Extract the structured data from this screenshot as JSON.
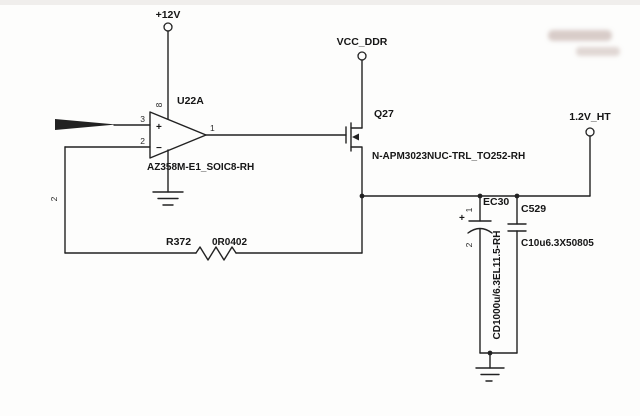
{
  "nets": {
    "v12": "+12V",
    "vcc_ddr": "VCC_DDR",
    "v12_ht": "1.2V_HT"
  },
  "opamp": {
    "ref": "U22A",
    "part": "AZ358M-E1_SOIC8-RH",
    "pin_noninv": "3",
    "pin_inv": "2",
    "pin_out": "1",
    "pin_vcc": "8",
    "plus": "+",
    "minus": "−"
  },
  "mosfet": {
    "ref": "Q27",
    "part": "N-APM3023NUC-TRL_TO252-RH"
  },
  "resistor": {
    "ref": "R372",
    "value": "0R0402"
  },
  "cap_ec30": {
    "ref": "EC30",
    "value": "CD1000u/6.3EL11.5-RH",
    "pin1": "1",
    "pin2": "2",
    "polarity": "+"
  },
  "cap_c529": {
    "ref": "C529",
    "value": "C10u6.3X50805"
  },
  "wire_labels": {
    "inverting_branch": "2"
  }
}
